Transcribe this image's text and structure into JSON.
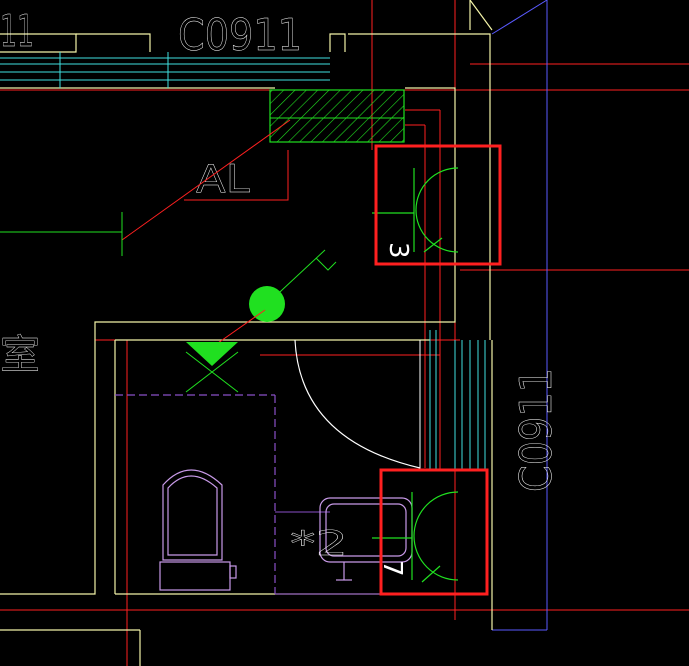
{
  "drawing": {
    "background": "#000000",
    "colors": {
      "wall": "#f4f4a8",
      "axis": "#ff2020",
      "window": "#40e0e0",
      "equipment": "#20e020",
      "partition": "#8a4fc8",
      "fixture": "#c89ae8",
      "outline": "#5a5aff",
      "highlight": "#ff2020",
      "text": "#ffffff"
    },
    "labels": {
      "window_top": "C0911",
      "window_right": "C0911",
      "panel": "AL",
      "room_fragment": "室",
      "top_left_fragment": "11",
      "fixture_tag": "*2",
      "socket_mark_upper": "3",
      "socket_mark_lower": "7"
    },
    "icons": {
      "panel_box": "distribution-panel-hatch",
      "lamp": "ceiling-lamp-dot",
      "exhaust": "triangle-fan-symbol",
      "toilet": "toilet-fixture",
      "basin": "wash-basin",
      "socket": "semicircle-socket"
    }
  }
}
